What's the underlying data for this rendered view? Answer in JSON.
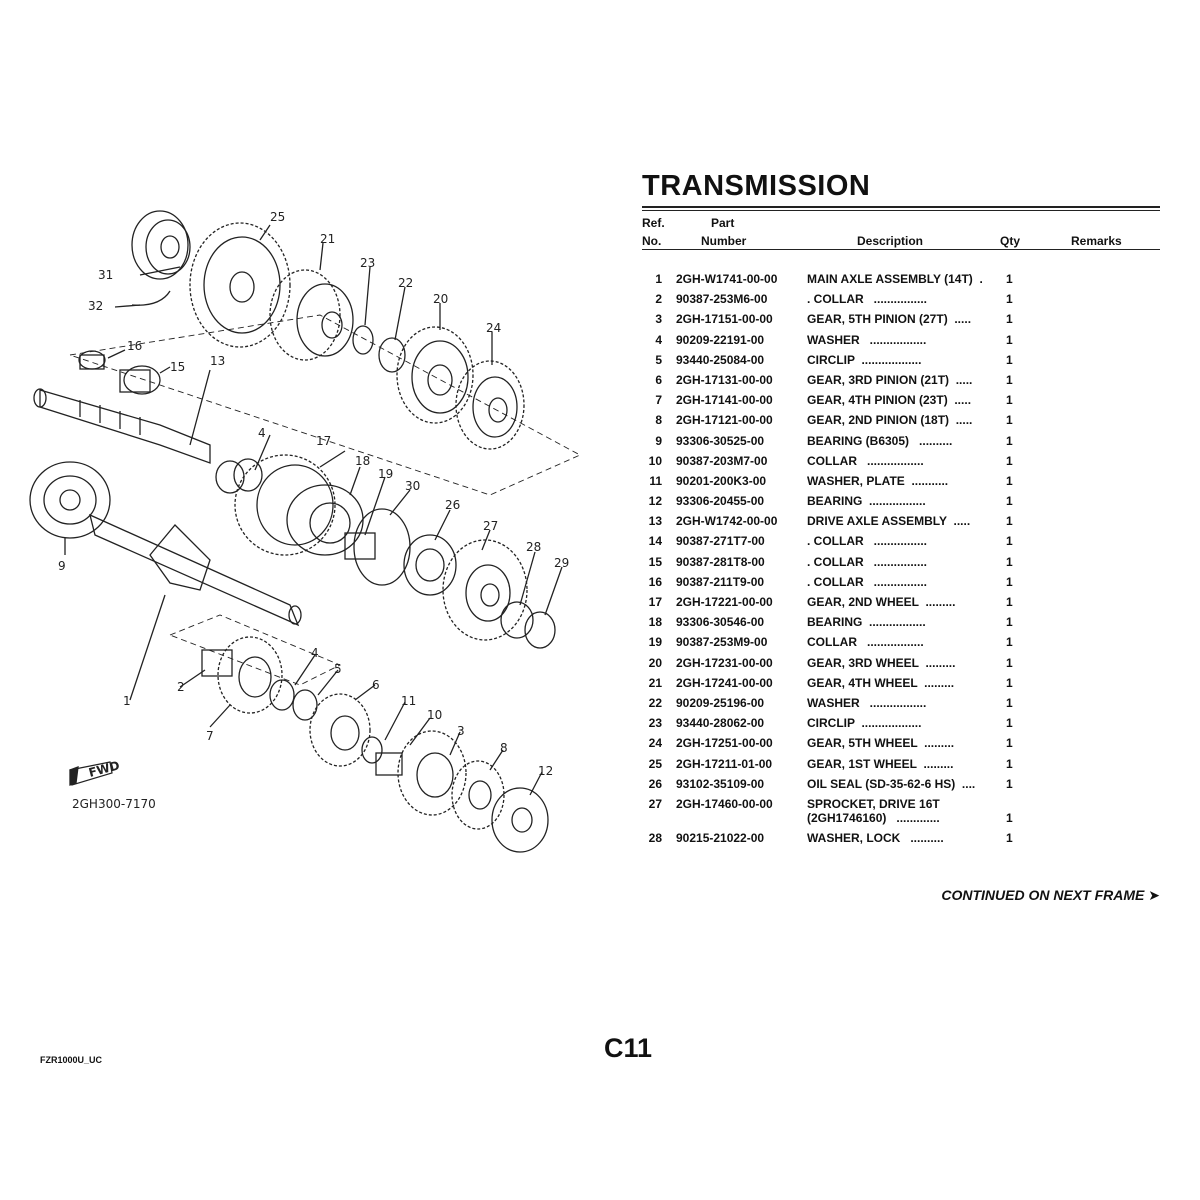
{
  "title": "TRANSMISSION",
  "columns": {
    "ref_line1": "Ref.",
    "ref_line2": "No.",
    "part_line1": "Part",
    "part_line2": "Number",
    "description": "Description",
    "qty": "Qty",
    "remarks": "Remarks"
  },
  "parts": [
    {
      "ref": "1",
      "part": "2GH-W1741-00-00",
      "desc": "MAIN AXLE ASSEMBLY (14T)  .",
      "qty": "1"
    },
    {
      "ref": "2",
      "part": "90387-253M6-00",
      "desc": ". COLLAR   ................",
      "qty": "1"
    },
    {
      "ref": "3",
      "part": "2GH-17151-00-00",
      "desc": "GEAR, 5TH PINION (27T)  .....",
      "qty": "1"
    },
    {
      "ref": "4",
      "part": "90209-22191-00",
      "desc": "WASHER   .................",
      "qty": "1"
    },
    {
      "ref": "5",
      "part": "93440-25084-00",
      "desc": "CIRCLIP  ..................",
      "qty": "1"
    },
    {
      "ref": "6",
      "part": "2GH-17131-00-00",
      "desc": "GEAR, 3RD PINION (21T)  .....",
      "qty": "1"
    },
    {
      "ref": "7",
      "part": "2GH-17141-00-00",
      "desc": "GEAR, 4TH PINION (23T)  .....",
      "qty": "1"
    },
    {
      "ref": "8",
      "part": "2GH-17121-00-00",
      "desc": "GEAR, 2ND PINION (18T)  .....",
      "qty": "1"
    },
    {
      "ref": "9",
      "part": "93306-30525-00",
      "desc": "BEARING (B6305)   ..........",
      "qty": "1"
    },
    {
      "ref": "10",
      "part": "90387-203M7-00",
      "desc": "COLLAR   .................",
      "qty": "1"
    },
    {
      "ref": "11",
      "part": "90201-200K3-00",
      "desc": "WASHER, PLATE  ...........",
      "qty": "1"
    },
    {
      "ref": "12",
      "part": "93306-20455-00",
      "desc": "BEARING  .................",
      "qty": "1"
    },
    {
      "ref": "13",
      "part": "2GH-W1742-00-00",
      "desc": "DRIVE AXLE ASSEMBLY  .....",
      "qty": "1"
    },
    {
      "ref": "14",
      "part": "90387-271T7-00",
      "desc": ". COLLAR   ................",
      "qty": "1"
    },
    {
      "ref": "15",
      "part": "90387-281T8-00",
      "desc": ". COLLAR   ................",
      "qty": "1"
    },
    {
      "ref": "16",
      "part": "90387-211T9-00",
      "desc": ". COLLAR   ................",
      "qty": "1"
    },
    {
      "ref": "17",
      "part": "2GH-17221-00-00",
      "desc": "GEAR, 2ND WHEEL  .........",
      "qty": "1"
    },
    {
      "ref": "18",
      "part": "93306-30546-00",
      "desc": "BEARING  .................",
      "qty": "1"
    },
    {
      "ref": "19",
      "part": "90387-253M9-00",
      "desc": "COLLAR   .................",
      "qty": "1"
    },
    {
      "ref": "20",
      "part": "2GH-17231-00-00",
      "desc": "GEAR, 3RD WHEEL  .........",
      "qty": "1"
    },
    {
      "ref": "21",
      "part": "2GH-17241-00-00",
      "desc": "GEAR, 4TH WHEEL  .........",
      "qty": "1"
    },
    {
      "ref": "22",
      "part": "90209-25196-00",
      "desc": "WASHER   .................",
      "qty": "1"
    },
    {
      "ref": "23",
      "part": "93440-28062-00",
      "desc": "CIRCLIP  ..................",
      "qty": "1"
    },
    {
      "ref": "24",
      "part": "2GH-17251-00-00",
      "desc": "GEAR, 5TH WHEEL  .........",
      "qty": "1"
    },
    {
      "ref": "25",
      "part": "2GH-17211-01-00",
      "desc": "GEAR, 1ST WHEEL  .........",
      "qty": "1"
    },
    {
      "ref": "26",
      "part": "93102-35109-00",
      "desc": "OIL SEAL (SD-35-62-6 HS)  ....",
      "qty": "1"
    },
    {
      "ref": "27",
      "part": "2GH-17460-00-00",
      "desc": "SPROCKET, DRIVE 16T\n(2GH1746160)   .............",
      "qty": "1"
    },
    {
      "ref": "28",
      "part": "90215-21022-00",
      "desc": "WASHER, LOCK   ..........",
      "qty": "1"
    }
  ],
  "continued": "CONTINUED ON NEXT FRAME ➤",
  "page_code": "C11",
  "model_code": "FZR1000U_UC",
  "diagram": {
    "code": "2GH300-7170",
    "fwd_label": "FWD",
    "labels": [
      "25",
      "21",
      "23",
      "22",
      "20",
      "24",
      "31",
      "32",
      "16",
      "15",
      "13",
      "4",
      "17",
      "18",
      "19",
      "30",
      "26",
      "27",
      "28",
      "29",
      "9",
      "1",
      "2",
      "7",
      "4",
      "5",
      "6",
      "11",
      "10",
      "3",
      "8",
      "12"
    ]
  }
}
